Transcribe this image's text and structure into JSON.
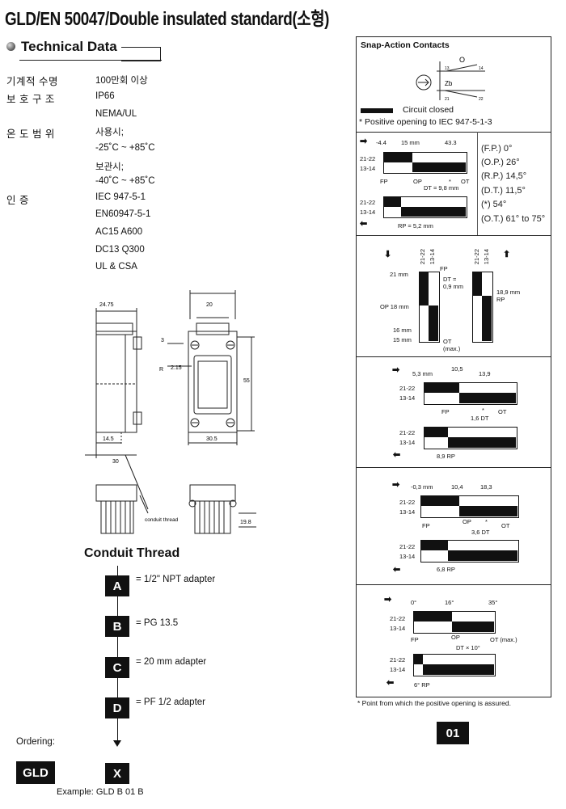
{
  "title": "GLD/EN 50047/Double insulated standard(소형)",
  "technical": {
    "heading": "Technical Data",
    "rows": [
      {
        "label": "기계적 수명",
        "values": [
          "100만회 이상"
        ]
      },
      {
        "label": "보 호  구 조",
        "values": [
          "IP66",
          "NEMA/UL"
        ]
      },
      {
        "label": "온 도  범 위",
        "values": [
          "사용시;",
          "-25˚C  ~  +85˚C",
          "보관시;",
          "-40˚C  ~  +85˚C"
        ]
      },
      {
        "label": "인        증",
        "values": [
          "IEC 947-5-1",
          "EN60947-5-1",
          "AC15 A600",
          "DC13 Q300",
          "UL & CSA"
        ]
      }
    ]
  },
  "drawing": {
    "dims": {
      "d1": "24.75",
      "d2": "20",
      "d3": "3",
      "d4": "2.15",
      "d5": "R",
      "d6": "55",
      "d7": "14.5",
      "d8": "30",
      "d9": "30.5",
      "d10": "19.8"
    },
    "conduit_label": "conduit thread"
  },
  "conduit": {
    "heading": "Conduit Thread",
    "options": [
      {
        "letter": "A",
        "text": "= 1/2\" NPT adapter"
      },
      {
        "letter": "B",
        "text": "= PG 13.5"
      },
      {
        "letter": "C",
        "text": "= 20 mm adapter"
      },
      {
        "letter": "D",
        "text": "= PF 1/2 adapter"
      }
    ],
    "ordering_label": "Ordering:",
    "prefix": "GLD",
    "x_letter": "X",
    "example": "Example: GLD B 01 B"
  },
  "snap": {
    "heading": "Snap-Action Contacts",
    "symbol": {
      "o": "O",
      "zb": "Zb",
      "n1": "13",
      "n2": "14",
      "n3": "21",
      "n4": "22"
    },
    "legend_closed": "Circuit closed",
    "legend_positive": "* Positive opening to IEC 947-5-1-3",
    "p1": {
      "top_nums": [
        "-4.4",
        "15 mm",
        "43.3"
      ],
      "labels": [
        "21-22",
        "13-14"
      ],
      "markers": [
        "FP",
        "OP",
        "*",
        "OT"
      ],
      "dt": "DT = 9,8 mm",
      "rp": "RP = 5,2 mm",
      "values": [
        "(F.P.) 0°",
        "(O.P.) 26°",
        "(R.P.) 14,5°",
        "(D.T.) 11,5°",
        "(*) 54°",
        "(O.T.) 61° to 75°"
      ]
    },
    "p2": {
      "col_labels": [
        "21-22",
        "13-14"
      ],
      "left_marks": [
        "21 mm",
        "OP 18 mm",
        "16 mm",
        "15 mm"
      ],
      "fp": "FP",
      "dt": "DT =",
      "dt2": "0,9 mm",
      "ot": "OT",
      "max": "(max.)",
      "rp": "18,9 mm",
      "rp2": "RP"
    },
    "p3": {
      "top_nums": [
        "5,3 mm",
        "10,5",
        "13,9"
      ],
      "labels": [
        "21-22",
        "13-14"
      ],
      "markers": [
        "FP",
        "*",
        "OT"
      ],
      "dt": "1,6 DT",
      "rp": "8,9 RP"
    },
    "p4": {
      "top_nums": [
        "-0,3 mm",
        "10,4",
        "18,3"
      ],
      "labels": [
        "21-22",
        "13-14"
      ],
      "markers": [
        "FP",
        "OP",
        "*",
        "OT"
      ],
      "dt": "3,6 DT",
      "rp": "6,8 RP"
    },
    "p5": {
      "top_nums": [
        "0°",
        "16°",
        "35°"
      ],
      "labels": [
        "21-22",
        "13-14"
      ],
      "markers": [
        "FP",
        "OP",
        "OT (max.)"
      ],
      "dt": "DT × 10°",
      "rp": "6° RP"
    },
    "footnote": "* Point from which the positive opening is assured.",
    "page_tag": "01"
  }
}
